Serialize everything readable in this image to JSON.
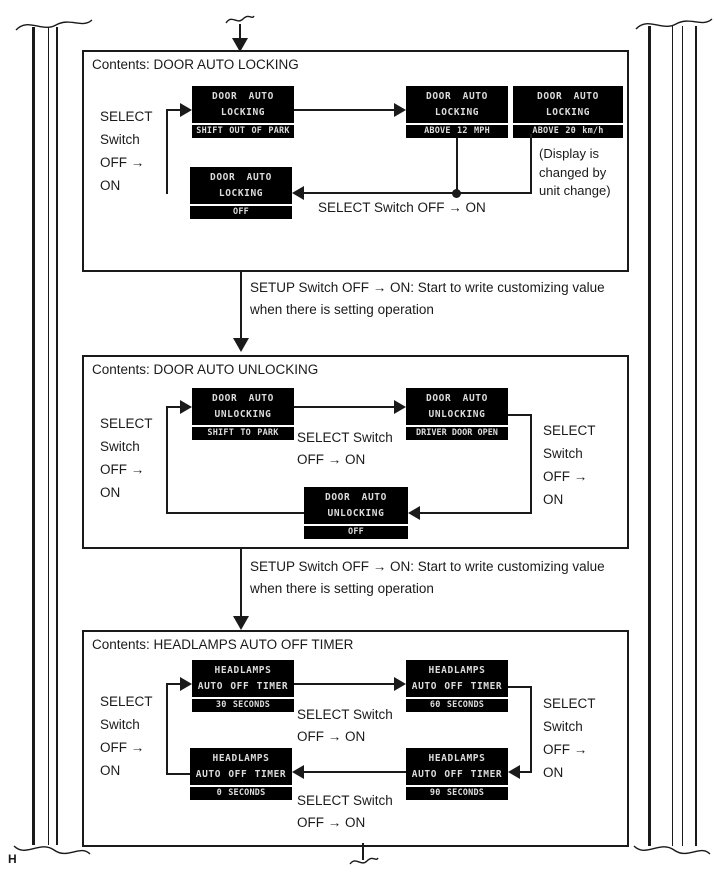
{
  "corner_label": "H",
  "select_labels": {
    "stacked": [
      "SELECT",
      "Switch",
      "OFF →",
      "ON"
    ],
    "two_line": [
      "SELECT Switch",
      "OFF → ON"
    ],
    "inline": "SELECT Switch OFF → ON"
  },
  "setup_note": {
    "line1": "SETUP Switch OFF → ON: Start to write customizing value",
    "line2": "when there is setting operation"
  },
  "sections": [
    {
      "title": "Contents: DOOR AUTO LOCKING",
      "displays": [
        {
          "line1": "DOOR AUTO",
          "line2": "LOCKING",
          "value": "SHIFT OUT OF PARK"
        },
        {
          "line1": "DOOR AUTO",
          "line2": "LOCKING",
          "value": "ABOVE 12 MPH"
        },
        {
          "line1": "DOOR AUTO",
          "line2": "LOCKING",
          "value": "ABOVE 20 km/h"
        },
        {
          "line1": "DOOR AUTO",
          "line2": "LOCKING",
          "value": "OFF"
        }
      ],
      "unit_note": [
        "(Display is",
        "changed by",
        "unit change)"
      ]
    },
    {
      "title": "Contents: DOOR AUTO UNLOCKING",
      "displays": [
        {
          "line1": "DOOR AUTO",
          "line2": "UNLOCKING",
          "value": "SHIFT TO PARK"
        },
        {
          "line1": "DOOR AUTO",
          "line2": "UNLOCKING",
          "value": "DRIVER DOOR OPEN"
        },
        {
          "line1": "DOOR AUTO",
          "line2": "UNLOCKING",
          "value": "OFF"
        }
      ]
    },
    {
      "title": "Contents: HEADLAMPS AUTO OFF TIMER",
      "displays": [
        {
          "line1": "HEADLAMPS",
          "line2": "AUTO OFF TIMER",
          "value": "30 SECONDS"
        },
        {
          "line1": "HEADLAMPS",
          "line2": "AUTO OFF TIMER",
          "value": "60 SECONDS"
        },
        {
          "line1": "HEADLAMPS",
          "line2": "AUTO OFF TIMER",
          "value": "0 SECONDS"
        },
        {
          "line1": "HEADLAMPS",
          "line2": "AUTO OFF TIMER",
          "value": "90 SECONDS"
        }
      ]
    }
  ],
  "colors": {
    "lcd_bg": "#000000",
    "lcd_text": "#dcdcdc",
    "line": "#1a1a1a"
  }
}
